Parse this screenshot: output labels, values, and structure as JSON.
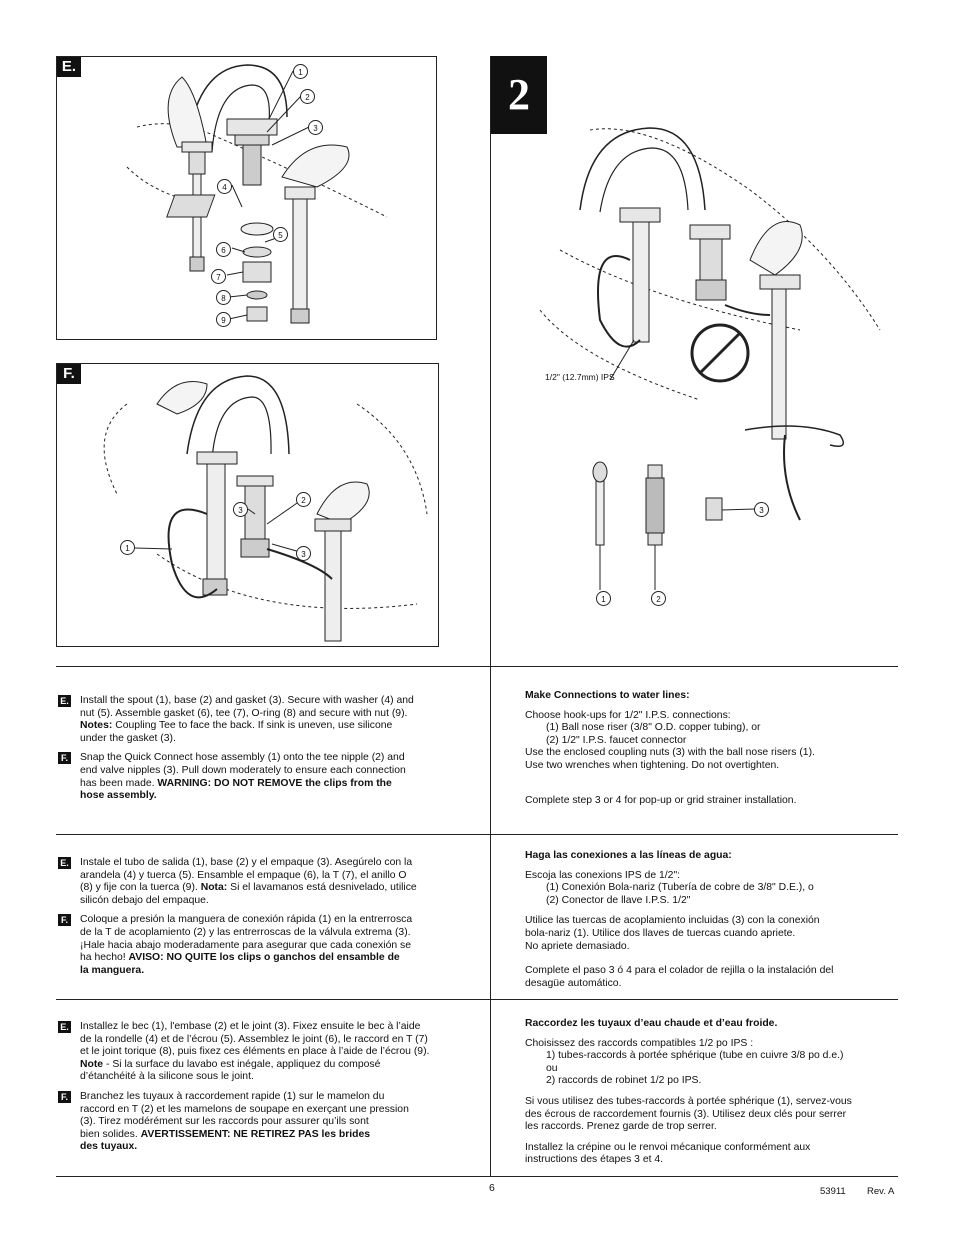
{
  "figure_e": {
    "label": "E.",
    "callouts": [
      "1",
      "2",
      "3",
      "4",
      "5",
      "6",
      "7",
      "8",
      "9"
    ]
  },
  "figure_f": {
    "label": "F.",
    "callouts": [
      "1",
      "2",
      "3",
      "3"
    ]
  },
  "step": {
    "number": "2",
    "pipe_label": "1/2\" (12.7mm) IPS",
    "callouts": [
      "1",
      "2",
      "3"
    ]
  },
  "english": {
    "e_label": "E.",
    "e_line1": "Install the spout (1), base (2) and gasket (3). Secure with washer (4) and",
    "e_line2": "nut (5).  Assemble gasket (6), tee (7), O-ring (8) and secure with nut (9).",
    "e_notes_label": "Notes:",
    "e_line3": " Coupling Tee to face the back. If sink is uneven, use silicone",
    "e_line4": "under the gasket (3).",
    "f_label": "F.",
    "f_line1": "Snap the Quick Connect hose assembly (1) onto the tee nipple (2) and",
    "f_line2": "end valve nipples (3). Pull down moderately to ensure each connection",
    "f_line3": "has been made. ",
    "f_warning1": "WARNING: DO NOT REMOVE the clips from the",
    "f_warning2": "hose assembly.",
    "right_title": "Make Connections to water lines:",
    "right_l1": "Choose hook-ups for 1/2\" I.P.S. connections:",
    "right_l2": "(1) Ball nose riser (3/8\" O.D. copper tubing), or",
    "right_l3": "(2) 1/2\" I.P.S. faucet connector",
    "right_l4": "Use the enclosed coupling nuts (3) with the ball nose risers (1).",
    "right_l5": "Use two wrenches when tightening. Do not overtighten.",
    "right_l6": "Complete step 3 or 4 for pop-up or grid strainer installation."
  },
  "spanish": {
    "e_label": "E.",
    "e_line1": "Instale el tubo de salida (1), base (2) y el empaque (3). Asegúrelo con la",
    "e_line2": "arandela (4) y tuerca (5). Ensamble el empaque (6), la T (7), el anillo O",
    "e_line3a": "(8) y fije con la tuerca (9). ",
    "e_nota_label": "Nota:",
    "e_line3b": " Si el lavamanos está desnivelado, utilice",
    "e_line4": "silicón debajo del empaque.",
    "f_label": "F.",
    "f_line1": "Coloque a presión la manguera de conexión rápida (1) en la entrerrosca",
    "f_line2": "de la T de acoplamiento (2) y las entrerroscas de la válvula extrema (3).",
    "f_line3": "¡Hale hacia abajo moderadamente para asegurar que cada conexión se",
    "f_line4": "ha hecho!  ",
    "f_aviso1": "AVISO:  NO QUITE los clips o ganchos del ensamble de",
    "f_aviso2": "la manguera.",
    "right_title": "Haga las conexiones a las líneas de agua:",
    "right_l1": "Escoja las conexions IPS de 1/2\":",
    "right_l2": "(1)  Conexión Bola-nariz (Tubería de cobre de 3/8\" D.E.), o",
    "right_l3": "(2)  Conector de llave I.P.S. 1/2\"",
    "right_l4": "Utilice las tuercas de acoplamiento incluidas (3) con la conexión",
    "right_l5": "bola-nariz (1). Utilice dos llaves de tuercas cuando apriete.",
    "right_l6": "No apriete demasiado.",
    "right_l7": "Complete el paso 3 ó 4 para el colador de rejilla o la instalación del",
    "right_l8": "desagüe automático."
  },
  "french": {
    "e_label": "E.",
    "e_line1": "Installez le bec (1), l'embase (2) et le joint (3). Fixez ensuite le bec à l’aide",
    "e_line2": "de la rondelle (4) et de l’écrou (5). Assemblez le joint (6), le raccord en T (7)",
    "e_line3": "et le joint torique (8), puis fixez ces éléments en place à l’aide de l’écrou (9).",
    "e_note_label": "Note",
    "e_line4": " - Si la surface du lavabo est inégale, appliquez du composé",
    "e_line5": "d’étanchéité à la silicone sous le joint.",
    "f_label": "F.",
    "f_line1": "Branchez les tuyaux à raccordement rapide (1) sur le mamelon du",
    "f_line2": "raccord en T (2) et les mamelons de soupape en exerçant une pression",
    "f_line3": "(3). Tirez modérément sur les raccords pour assurer qu’ils sont",
    "f_line4": "bien solides. ",
    "f_avert1": "AVERTISSEMENT: NE RETIREZ PAS les brides",
    "f_avert2": "des tuyaux.",
    "right_title": "Raccordez les tuyaux d’eau chaude et d’eau froide.",
    "right_l1": "Choisissez des raccords compatibles 1/2 po IPS :",
    "right_l2": "1)  tubes-raccords à portée sphérique (tube en cuivre 3/8 po d.e.)",
    "right_l3": "ou",
    "right_l4": "2)  raccords de robinet 1/2 po IPS.",
    "right_l5": "Si vous utilisez des tubes-raccords à portée sphérique (1), servez-vous",
    "right_l6": "des écrous de raccordement fournis (3). Utilisez deux clés pour serrer",
    "right_l7": "les raccords. Prenez garde de trop serrer.",
    "right_l8": "Installez la crépine ou le renvoi mécanique conformément aux",
    "right_l9": "instructions des étapes 3 et 4."
  },
  "footer": {
    "page_number": "6",
    "doc_number": "53911",
    "revision": "Rev. A"
  }
}
